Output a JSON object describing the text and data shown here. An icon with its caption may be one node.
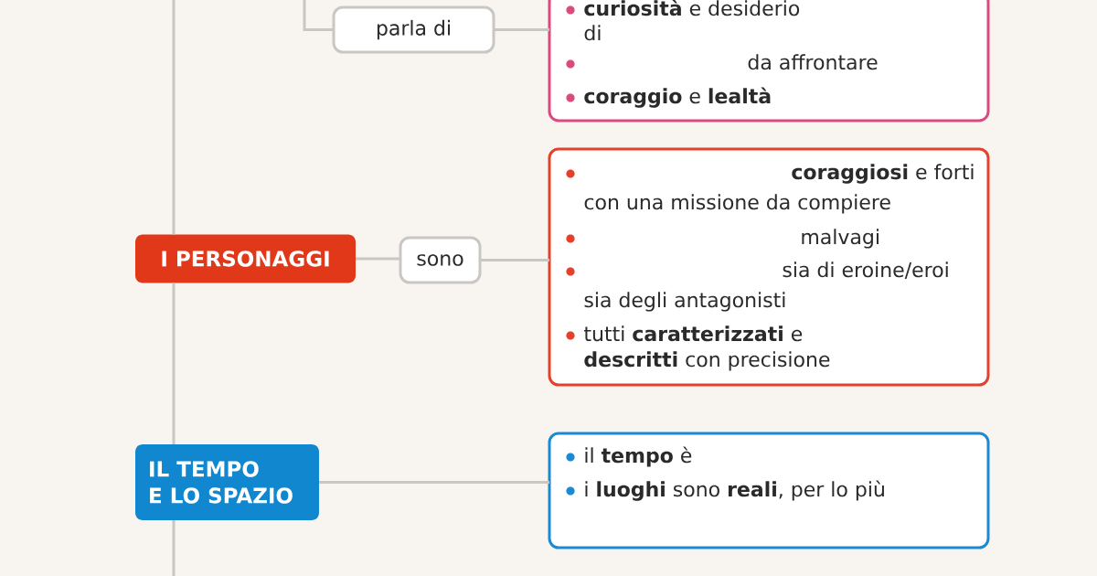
{
  "diagram": {
    "nodes": [
      {
        "text": [
          "parla di"
        ]
      },
      {
        "text": [
          "**curiosità** e desiderio di",
          "da affrontare",
          "**coraggio** e **lealtà**"
        ]
      },
      {
        "text": [
          "I PERSONAGGI"
        ]
      },
      {
        "text": [
          "sono"
        ]
      },
      {
        "text": [
          "**coraggiosi** e forti con una missione da compiere",
          "malvagi",
          "sia di eroine/eroi sia degli antagonisti",
          "tutti **caratterizzati** e **descritti** con precisione"
        ]
      },
      {
        "text": [
          "IL TEMPO E LO SPAZIO"
        ]
      },
      {
        "text": [
          "il **tempo** è",
          "i **luoghi** sono **reali**, per lo più"
        ]
      }
    ],
    "edges": [
      {
        "from": null,
        "to": 0,
        "arrow": "none"
      },
      {
        "from": 0,
        "to": 1,
        "arrow": "none"
      },
      {
        "from": null,
        "to": 2,
        "arrow": "none"
      },
      {
        "from": 2,
        "to": 3,
        "arrow": "none"
      },
      {
        "from": 3,
        "to": 4,
        "arrow": "none"
      },
      {
        "from": 2,
        "to": 5,
        "arrow": "none"
      },
      {
        "from": 5,
        "to": null,
        "arrow": "none"
      },
      {
        "from": 5,
        "to": 6,
        "arrow": "none"
      }
    ]
  }
}
